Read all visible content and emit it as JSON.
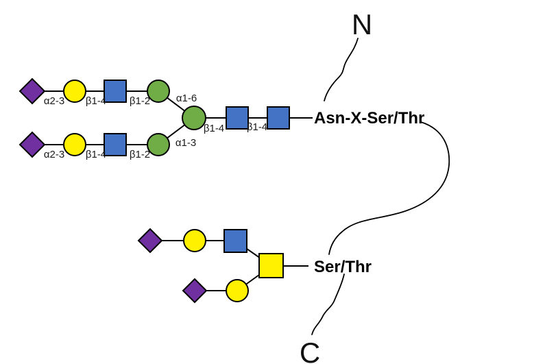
{
  "colors": {
    "neu5ac_purple": "#7030A0",
    "galactose_yellow": "#FFF100",
    "glcnac_blue": "#4472C4",
    "mannose_green": "#70AD47",
    "galnac_yellow": "#FFF100",
    "bond_black": "#000000",
    "background": "#FFFFFF"
  },
  "protein": {
    "n_terminus_label": "N",
    "c_terminus_label": "C",
    "n_glycan_attachment": "Asn-X-Ser/Thr",
    "o_glycan_attachment": "Ser/Thr"
  },
  "n_glycan": {
    "upper_arm": {
      "linkage_neu5ac_gal": "α2-3",
      "linkage_gal_glcnac": "β1-4",
      "linkage_glcnac_man": "β1-2",
      "arm_linkage": "α1-6"
    },
    "lower_arm": {
      "linkage_neu5ac_gal": "α2-3",
      "linkage_gal_glcnac": "β1-4",
      "linkage_glcnac_man": "β1-2",
      "arm_linkage": "α1-3"
    },
    "core": {
      "linkage_man_glcnac": "β1-4",
      "linkage_glcnac_glcnac": "β1-4"
    }
  }
}
